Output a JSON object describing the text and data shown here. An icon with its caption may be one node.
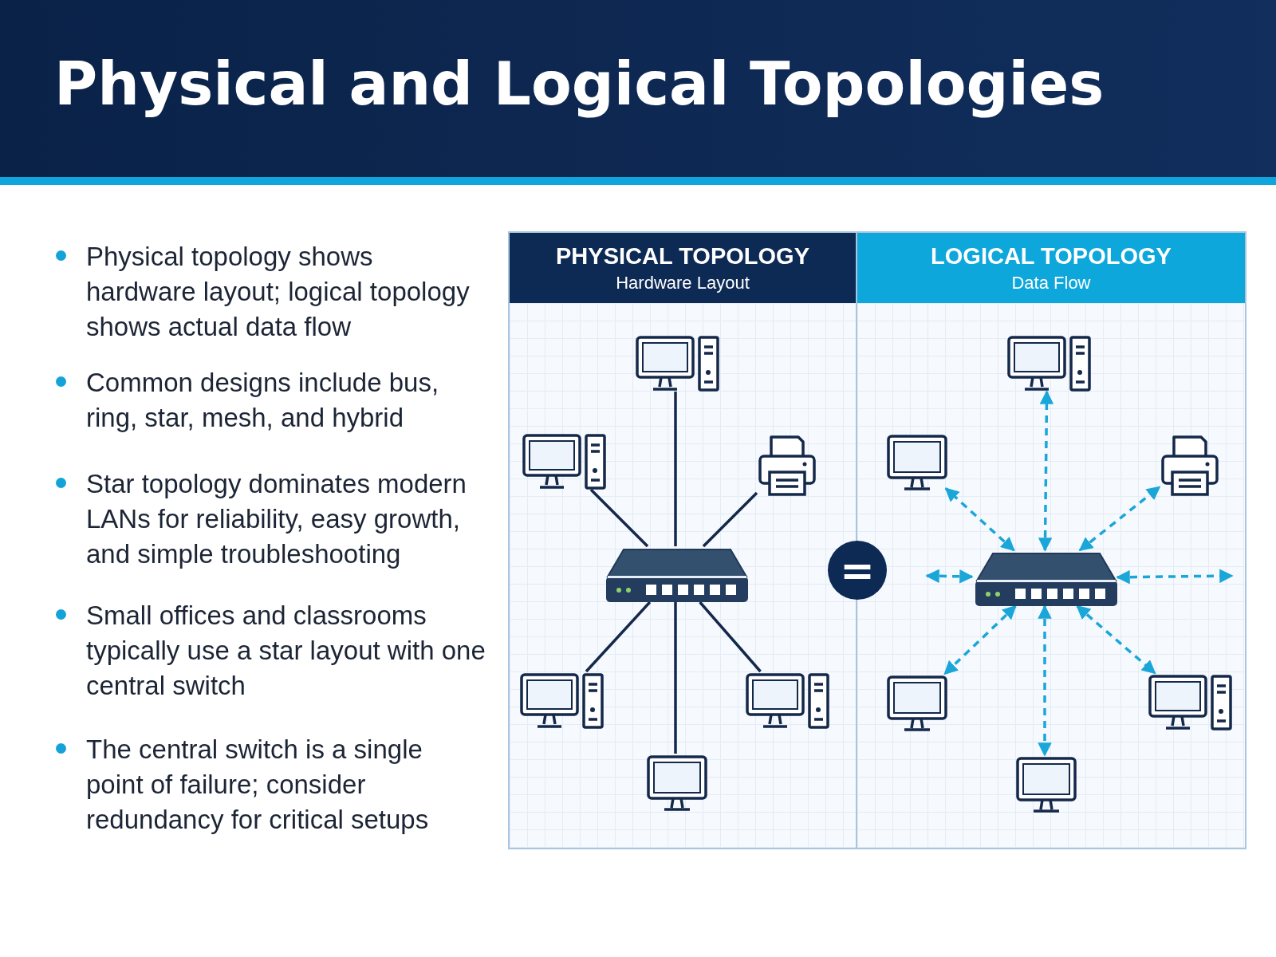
{
  "diagram": {
    "title": "Physical and Logical Topologies",
    "nodes": [
      {
        "text": [
          "PHYSICAL TOPOLOGY",
          "Hardware Layout"
        ]
      },
      {
        "text": [],
        "shape": "computer",
        "in": 0
      },
      {
        "text": [],
        "shape": "computer",
        "in": 0
      },
      {
        "text": [],
        "shape": "printer",
        "in": 0
      },
      {
        "text": [],
        "shape": "switch",
        "in": 0
      },
      {
        "text": [],
        "shape": "computer",
        "in": 0
      },
      {
        "text": [],
        "shape": "computer",
        "in": 0
      },
      {
        "text": [],
        "shape": "monitor",
        "in": 0
      },
      {
        "text": [
          "LOGICAL TOPOLOGY",
          "Data Flow"
        ]
      },
      {
        "text": [],
        "shape": "computer",
        "in": 8
      },
      {
        "text": [],
        "shape": "monitor",
        "in": 8
      },
      {
        "text": [],
        "shape": "printer",
        "in": 8
      },
      {
        "text": [],
        "shape": "switch",
        "in": 8
      },
      {
        "text": [],
        "shape": "monitor",
        "in": 8
      },
      {
        "text": [],
        "shape": "computer",
        "in": 8
      },
      {
        "text": [],
        "shape": "monitor",
        "in": 8
      },
      {
        "text": [
          "="
        ]
      }
    ],
    "edges": [
      {
        "from": 4,
        "to": 1,
        "arrow": "none",
        "color": "#14284a"
      },
      {
        "from": 4,
        "to": 2,
        "arrow": "none",
        "color": "#14284a"
      },
      {
        "from": 4,
        "to": 3,
        "arrow": "none",
        "color": "#14284a"
      },
      {
        "from": 4,
        "to": 5,
        "arrow": "none",
        "color": "#14284a"
      },
      {
        "from": 4,
        "to": 7,
        "arrow": "none",
        "color": "#14284a"
      },
      {
        "from": 4,
        "to": 6,
        "arrow": "none",
        "color": "#14284a"
      },
      {
        "from": 12,
        "to": 9,
        "arrow": "both",
        "style": "dashed",
        "color": "#1aa6d9"
      },
      {
        "from": 12,
        "to": 10,
        "arrow": "both",
        "style": "dashed",
        "color": "#1aa6d9"
      },
      {
        "from": 12,
        "to": 11,
        "arrow": "both",
        "style": "dashed",
        "color": "#1aa6d9"
      },
      {
        "from": null,
        "to": 12,
        "arrow": "both",
        "style": "dashed",
        "color": "#1aa6d9"
      },
      {
        "from": 12,
        "to": null,
        "arrow": "both",
        "style": "dashed",
        "color": "#1aa6d9"
      },
      {
        "from": 12,
        "to": 13,
        "arrow": "both",
        "style": "dashed",
        "color": "#1aa6d9"
      },
      {
        "from": 12,
        "to": 15,
        "arrow": "both",
        "style": "dashed",
        "color": "#1aa6d9"
      },
      {
        "from": 12,
        "to": 14,
        "arrow": "both",
        "style": "dashed",
        "color": "#1aa6d9"
      }
    ],
    "labels": [
      "Physical topology shows hardware layout; logical topology shows actual data flow",
      "Common designs include bus, ring, star, mesh, and hybrid",
      "Star topology dominates modern LANs for reliability, easy growth, and simple troubleshooting",
      "Small offices and classrooms typically use a star layout with one central switch",
      "The central switch is a single point of failure; consider redundancy for critical setups"
    ]
  }
}
